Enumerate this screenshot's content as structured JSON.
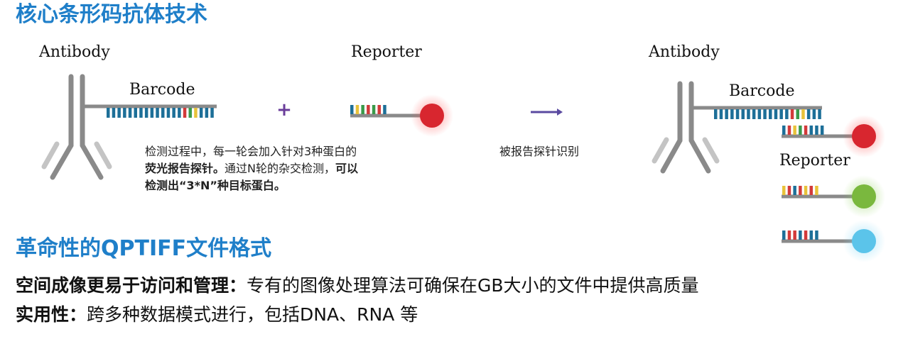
{
  "section1": {
    "title": "核心条形码抗体技术"
  },
  "diagram": {
    "antibody_left_label": "Antibody",
    "barcode_left_label": "Barcode",
    "reporter_label": "Reporter",
    "plus_symbol": "+",
    "arrow_symbol": "⟶",
    "arrow_caption": "被报告探针识别",
    "antibody_right_label": "Antibody",
    "barcode_right_label": "Barcode",
    "reporter_right_label": "Reporter",
    "note": {
      "line1": "检测过程中，每一轮会加入针对3种蛋白的",
      "line2_bold": "荧光报告探针。",
      "line2_normal": "通过N轮的杂交检测，",
      "line2_bold_end": "可以",
      "line3_bold": "检测出“3*N”种目标蛋白。"
    },
    "colors": {
      "barcode_blue": "#1d6f98",
      "red": "#d23a3a",
      "green": "#3a9a4a",
      "yellow": "#e8c23a",
      "gray": "#8a8a8a",
      "reporter_red": "#d8262f",
      "reporter_green": "#7ab83e",
      "reporter_blue": "#5bc4ea",
      "plus_purple": "#6a3d9a",
      "arrow_purple": "#5a4aa0"
    }
  },
  "section2": {
    "title": "革命性的QPTIFF文件格式",
    "line1_bold": "空间成像更易于访问和管理：",
    "line1_normal": "专有的图像处理算法可确保在GB大小的文件中提供高质量",
    "line2_bold": "实用性：",
    "line2_normal": "跨多种数据模式进行，包括DNA、RNA 等"
  }
}
